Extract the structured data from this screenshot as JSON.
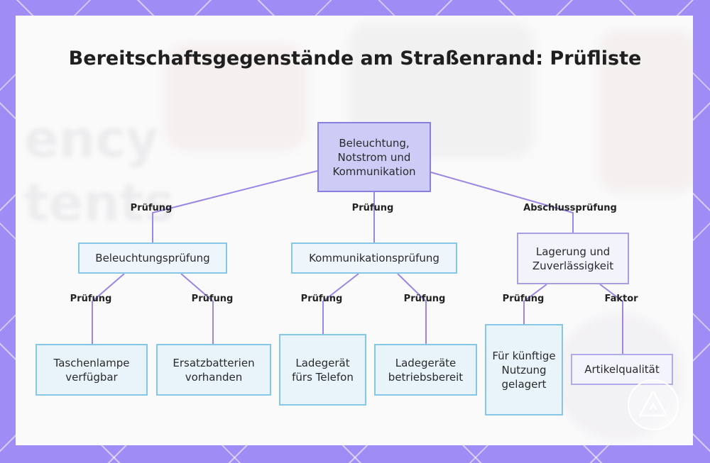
{
  "title": "Bereitschaftsgegenstände am Straßenrand: Prüfliste",
  "nodes": {
    "root": "Beleuchtung, Notstrom und Kommunikation",
    "lighting_check": "Beleuchtungsprüfung",
    "communication_check": "Kommunikationsprüfung",
    "storage": "Lagerung und Zuverlässigkeit",
    "flashlight": "Taschenlampe verfügbar",
    "spare_batteries": "Ersatzbatterien vorhanden",
    "phone_charger": "Ladegerät fürs Telefon",
    "chargers_ready": "Ladegeräte betriebsbereit",
    "stored_future": "Für künftige Nutzung gelagert",
    "item_quality": "Artikelqualität"
  },
  "edge_labels": {
    "root_lighting": "Prüfung",
    "root_communication": "Prüfung",
    "root_storage": "Abschlussprüfung",
    "lighting_flashlight": "Prüfung",
    "lighting_batteries": "Prüfung",
    "comm_charger": "Prüfung",
    "comm_ready": "Prüfung",
    "storage_future": "Prüfung",
    "storage_quality": "Faktor"
  },
  "background_text": [
    "ency",
    "tents"
  ],
  "colors": {
    "frame": "#a08cf5",
    "root_fill": "#ccccf7",
    "root_border": "#8a7fe0",
    "node_border": "#86c6e6",
    "edge": "#9b86e3"
  }
}
